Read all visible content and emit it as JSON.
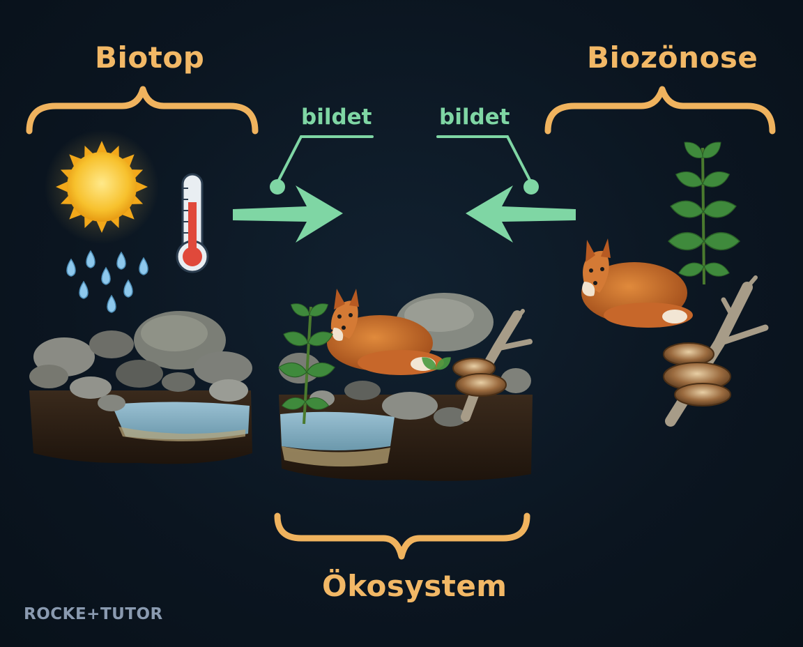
{
  "labels": {
    "biotop": "Biotop",
    "biozoenose": "Biozönose",
    "oekosystem": "Ökosystem",
    "bildet_left": "bildet",
    "bildet_right": "bildet"
  },
  "brand": "ROCKE+TUTOR",
  "colors": {
    "background": "#0c1620",
    "label": "#f2b866",
    "arrow": "#7fd6a4",
    "brace": "#f0b35e"
  },
  "icons": {
    "sun": "sun-icon",
    "rain": "raindrops-icon",
    "thermometer": "thermometer-icon",
    "biotope": "biotope-habitat-image",
    "ecosystem": "ecosystem-image",
    "fox": "fox-image",
    "nettle": "nettle-plant-image",
    "fungus": "bracket-fungus-image"
  }
}
